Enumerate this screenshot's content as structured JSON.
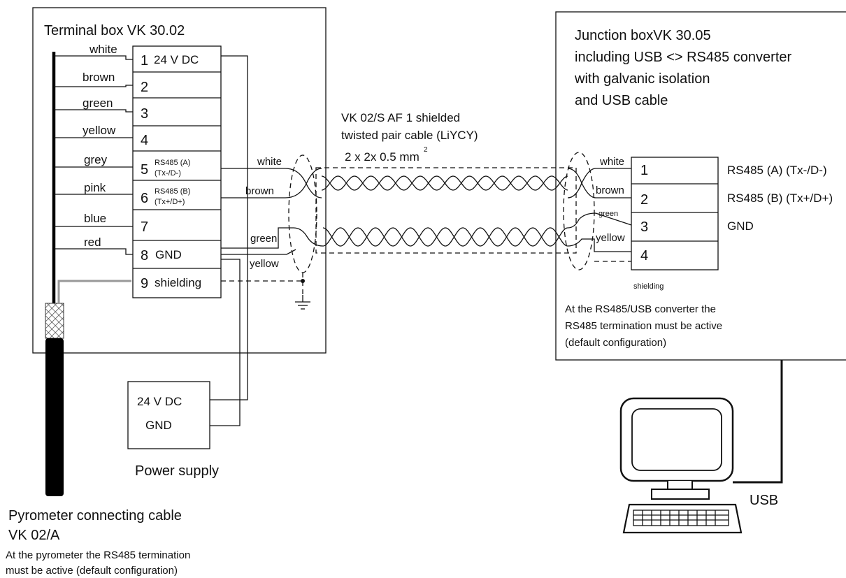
{
  "terminal_box": {
    "title": "Terminal box VK 30.02",
    "wire_colors": [
      "white",
      "brown",
      "green",
      "yellow",
      "grey",
      "pink",
      "blue",
      "red"
    ],
    "terminals": [
      {
        "num": "1",
        "label": "24 V DC",
        "sub": ""
      },
      {
        "num": "2",
        "label": "",
        "sub": ""
      },
      {
        "num": "3",
        "label": "",
        "sub": ""
      },
      {
        "num": "4",
        "label": "",
        "sub": ""
      },
      {
        "num": "5",
        "label": "RS485 (A)",
        "sub": "(Tx-/D-)"
      },
      {
        "num": "6",
        "label": "RS485 (B)",
        "sub": "(Tx+/D+)"
      },
      {
        "num": "7",
        "label": "",
        "sub": ""
      },
      {
        "num": "8",
        "label": "GND",
        "sub": ""
      },
      {
        "num": "9",
        "label": "shielding",
        "sub": ""
      }
    ],
    "out_labels": {
      "white": "white",
      "brown": "brown",
      "green": "green",
      "yellow": "yellow"
    }
  },
  "cable": {
    "line1": "VK 02/S AF 1 shielded",
    "line2": "twisted pair cable (LiYCY)",
    "line3": "2 x 2x 0.5 mm",
    "sup": "2"
  },
  "junction_box": {
    "title_lines": [
      "Junction boxVK 30.05",
      "including USB <> RS485 converter",
      "with galvanic isolation",
      "and USB cable"
    ],
    "terminals": [
      {
        "num": "1",
        "wire": "white",
        "signal": "RS485 (A) (Tx-/D-)"
      },
      {
        "num": "2",
        "wire": "brown",
        "signal": "RS485 (B) (Tx+/D+)"
      },
      {
        "num": "3",
        "wire": "green",
        "signal": "GND"
      },
      {
        "num": "4",
        "wire": "yellow",
        "signal": ""
      }
    ],
    "shield_label": "shielding",
    "note_lines": [
      "At the RS485/USB converter the",
      "RS485 termination must be active",
      "(default configuration)"
    ]
  },
  "power_supply": {
    "line1": "24 V DC",
    "line2": "GND",
    "caption": "Power supply"
  },
  "pyrometer": {
    "caption1": "Pyrometer connecting cable",
    "caption2": "VK 02/A",
    "note1": "At the pyrometer the RS485 termination",
    "note2": "must be active (default configuration)"
  },
  "usb_label": "USB"
}
